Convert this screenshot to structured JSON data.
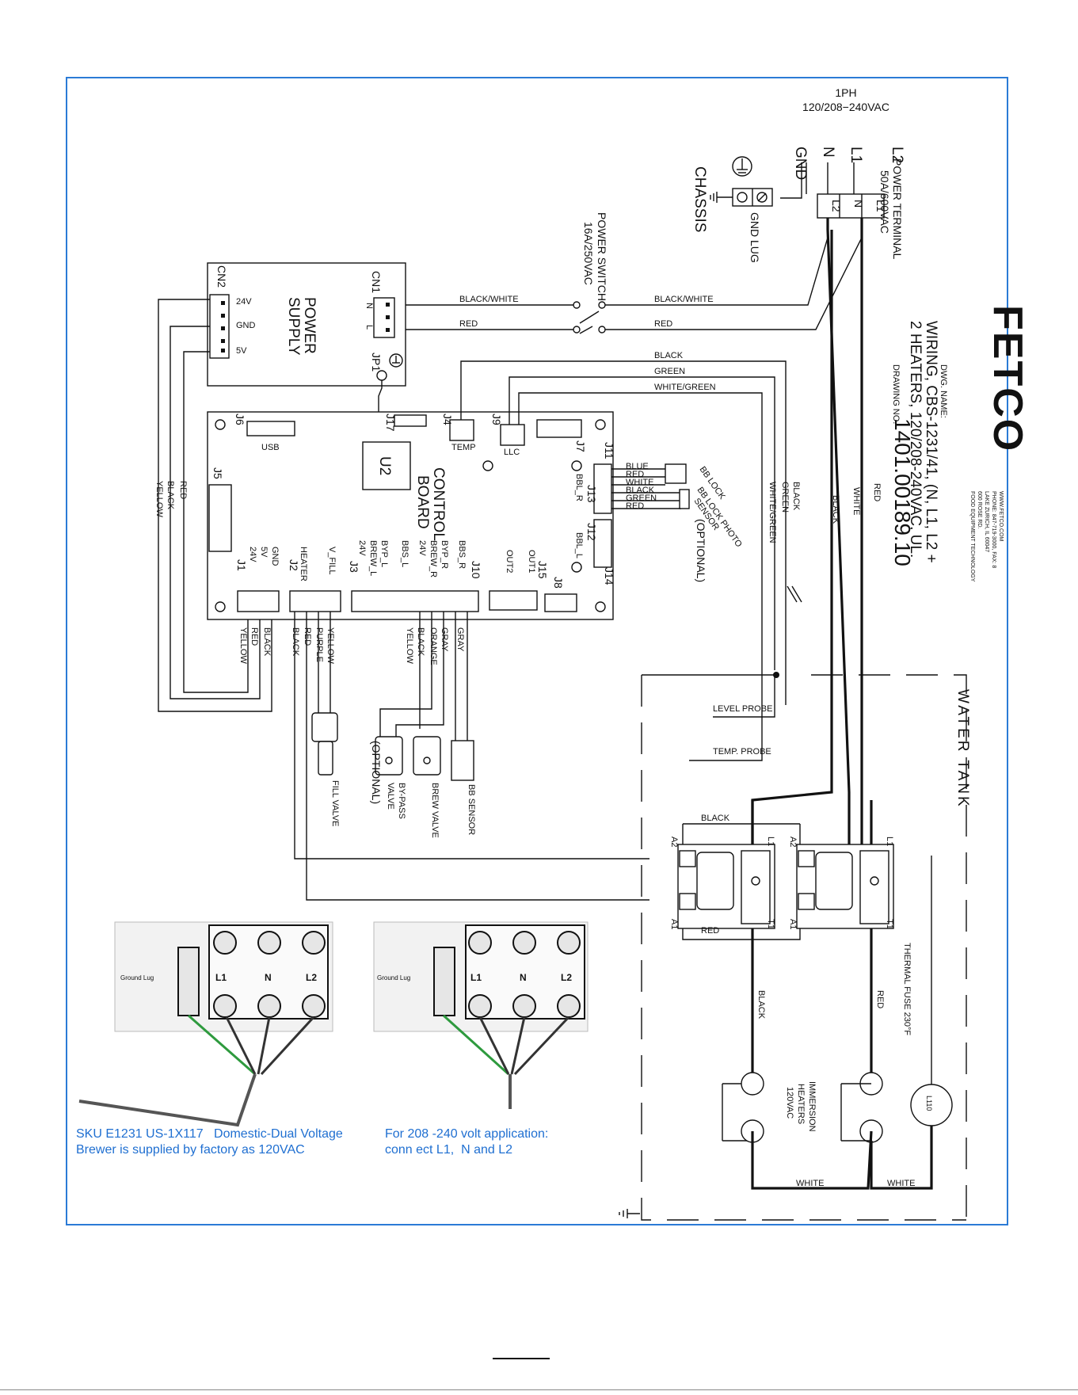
{
  "supply": {
    "phase": "1PH",
    "voltage": "120/208−240VAC"
  },
  "terminals": {
    "gnd": "GND",
    "n": "N",
    "l1": "L1",
    "l2": "L2"
  },
  "power_terminal": {
    "title": "POWER TERMINAL",
    "rating": "50A/600VAC"
  },
  "chassis": {
    "label": "CHASSIS",
    "gnd_lug": "GND LUG"
  },
  "power_switch": {
    "title": "POWER SWITCH",
    "rating": "16A/250VAC"
  },
  "title_block": {
    "logo": "FETCO",
    "company": [
      "FOOD EQUIPMENT TECHNOLOGY",
      "600 ROSE RD.",
      "LAKE ZURICH, IL 60047",
      "PHONE: 847-719-3000, FAX: 8",
      "WWW.FETCO.COM"
    ],
    "dwg_name_label": "DWG. NAME:",
    "dwg_name_line1": "WIRING, CBS-1231/41, (N, L1, L2 +",
    "dwg_name_line2": "2 HEATERS, 120/208-240VAC, UL.",
    "drawing_no_label": "DRAWING NO.",
    "drawing_no": "1401.00189.10"
  },
  "power_supply": {
    "title1": "POWER",
    "title2": "SUPPLY",
    "cn1": "CN1",
    "cn2": "CN2",
    "jp1": "JP1",
    "n": "N",
    "l": "L",
    "v24": "24V",
    "gnd": "GND",
    "v5": "5V"
  },
  "wires_top": {
    "black_white_1": "BLACK/WHITE",
    "black_white_2": "BLACK/WHITE",
    "red_1": "RED",
    "red_2": "RED",
    "black": "BLACK",
    "green": "GREEN",
    "white_green": "WHITE/GREEN"
  },
  "board": {
    "title1": "CONTROL",
    "title2": "BOARD",
    "u2": "U2",
    "j1": "J1",
    "j2": "J2",
    "j3": "J3",
    "j4": "J4",
    "j5": "J5",
    "j6": "J6",
    "j7": "J7",
    "j8": "J8",
    "j9": "J9",
    "j10": "J10",
    "j11": "J11",
    "j12": "J12",
    "j13": "J13",
    "j14": "J14",
    "j15": "J15",
    "j17": "J17",
    "usb": "USB",
    "temp": "TEMP",
    "llc": "LLC",
    "bbl_r": "BBL_R",
    "bbl_l": "BBL_L",
    "j1_pins": [
      "24V",
      "5V",
      "GND"
    ],
    "j2_pins": [
      "HEATER",
      "V_FILL"
    ],
    "j3_pins": [
      "24V",
      "BREW_L",
      "BYP_L",
      "BBS_L",
      "24V",
      "BREW_R",
      "BYP_R",
      "BBS_R"
    ],
    "j15_pins": [
      "OUT2",
      "OUT1"
    ]
  },
  "bb_lock": {
    "wires": [
      "BLUE",
      "RED",
      "WHITE",
      "BLACK",
      "GREEN",
      "RED"
    ],
    "lock": "BB LOCK",
    "photo": "BB LOCK PHOTO",
    "sensor": "SENSOR",
    "optional": "(OPTIONAL)"
  },
  "left_wires": {
    "red": "RED",
    "black": "BLACK",
    "yellow": "YELLOW"
  },
  "bottom_wires": {
    "j1": [
      "YELLOW",
      "RED",
      "BLACK"
    ],
    "j2": [
      "BLACK",
      "RED",
      "PURPLE",
      "YELLOW"
    ],
    "j3": [
      "YELLOW",
      "BLACK",
      "ORANGE",
      "GRAY",
      "GRAY"
    ]
  },
  "valves": {
    "fill": "FILL VALVE",
    "bypass1": "BY-PASS",
    "bypass2": "VALVE",
    "optional": "(OPTIONAL)",
    "brew": "BREW VALVE",
    "bb_sensor": "BB SENSOR"
  },
  "tank": {
    "title": "WATER TANK",
    "level_probe": "LEVEL PROBE",
    "temp_probe": "TEMP. PROBE"
  },
  "right_wires": {
    "black_tank": "BLACK",
    "green_tank": "GREEN",
    "white_green_tank": "WHITE/GREEN",
    "black_l2": "BLACK",
    "white_n": "WHITE",
    "red_l1": "RED"
  },
  "relays": {
    "black": "BLACK",
    "red": "RED",
    "a1": "A1",
    "a2": "A2",
    "l1": "L1",
    "t1": "T1"
  },
  "heater_section": {
    "black": "BLACK",
    "red": "RED",
    "thermal_fuse": "THERMAL FUSE 230°F",
    "heaters1": "IMMERSION",
    "heaters2": "HEATERS",
    "heaters3": "120VAC",
    "fuse_id": "L110",
    "white1": "WHITE",
    "white2": "WHITE"
  },
  "photo_left": {
    "ground_lug": "Ground Lug",
    "l1": "L1",
    "n": "N",
    "l2": "L2"
  },
  "photo_right": {
    "ground_lug": "Ground Lug",
    "l1": "L1",
    "n": "N",
    "l2": "L2"
  },
  "captions": {
    "left_line1": "SKU E1231 US-1X117   Domestic-Dual Voltage",
    "left_line2": "Brewer is supplied by factory as 120VAC",
    "right_line1": "For 208 -240 volt application:",
    "right_line2": "conn ect L1,  N and L2"
  },
  "colors": {
    "frame": "#2b7bd6",
    "caption": "#1f6fd1",
    "ground_wire": "#2e9a3e"
  }
}
